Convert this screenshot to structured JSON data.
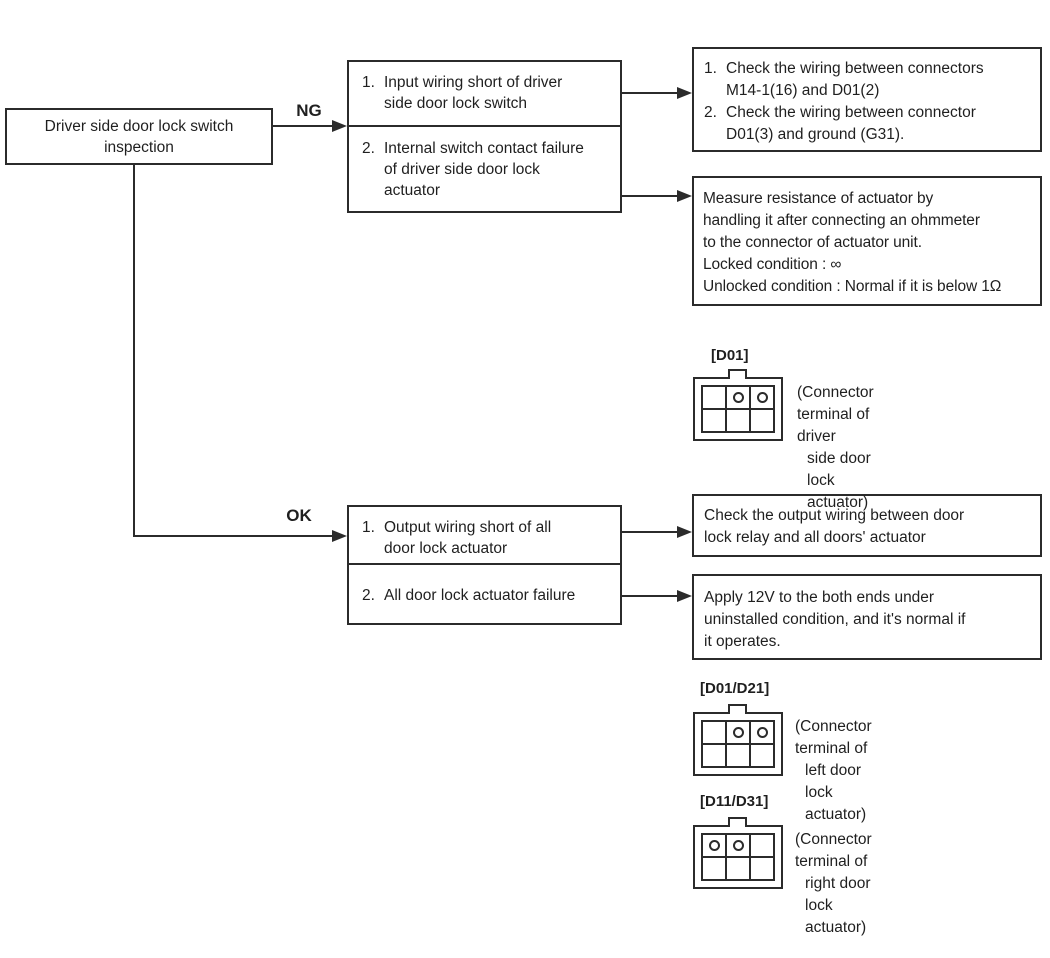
{
  "colors": {
    "ink": "#2b2b2b",
    "background": "#ffffff"
  },
  "start_box": {
    "text": "Driver side door lock switch\ninspection"
  },
  "ng_branch": {
    "label": "NG",
    "causes": [
      {
        "num": "1.",
        "text": "Input wiring short of driver\nside door lock switch"
      },
      {
        "num": "2.",
        "text": "Internal switch contact failure\nof driver side door lock\nactuator"
      }
    ],
    "check_wiring_items": [
      {
        "num": "1.",
        "text": "Check the wiring between connectors\nM14-1(16) and D01(2)"
      },
      {
        "num": "2.",
        "text": "Check the wiring between connector\nD01(3) and ground (G31)."
      }
    ],
    "measure_box": "Measure resistance of actuator by\nhandling it after connecting an ohmmeter\nto the connector of actuator unit.\nLocked condition : ∞\nUnlocked condition : Normal if it is below 1Ω"
  },
  "ok_branch": {
    "label": "OK",
    "causes": [
      {
        "num": "1.",
        "text": "Output wiring short of all\ndoor lock actuator"
      },
      {
        "num": "2.",
        "text": "All door lock actuator failure"
      }
    ],
    "output_wiring_box": "Check the output wiring between door\nlock relay and all doors' actuator",
    "apply_12v_box": "Apply 12V to the both ends under\nuninstalled condition, and it's normal if\nit operates."
  },
  "connectors": [
    {
      "label": "[D01]",
      "pins": [
        0,
        1,
        1,
        0,
        0,
        0
      ],
      "caption_line1": "(Connector terminal of driver",
      "caption_line2": "side door lock actuator)"
    },
    {
      "label": "[D01/D21]",
      "pins": [
        0,
        1,
        1,
        0,
        0,
        0
      ],
      "caption_line1": "(Connector terminal of",
      "caption_line2": "left door lock actuator)"
    },
    {
      "label": "[D11/D31]",
      "pins": [
        1,
        1,
        0,
        0,
        0,
        0
      ],
      "caption_line1": "(Connector terminal of",
      "caption_line2": "right door lock actuator)"
    }
  ]
}
